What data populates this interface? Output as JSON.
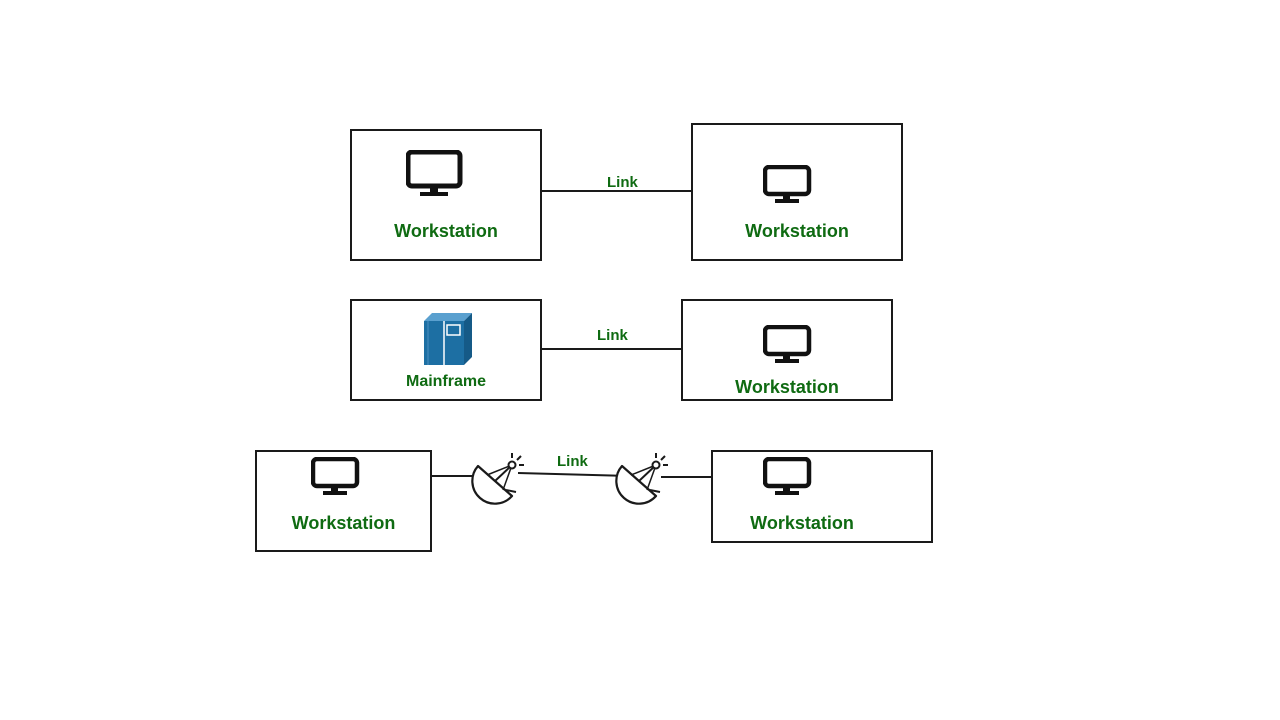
{
  "colors": {
    "label": "#0f6b12",
    "border": "#1a1a1a",
    "mainframe": "#1d6fa3"
  },
  "row1": {
    "left": {
      "label": "Workstation",
      "icon": "monitor-icon"
    },
    "link": "Link",
    "right": {
      "label": "Workstation",
      "icon": "monitor-icon"
    }
  },
  "row2": {
    "left": {
      "label": "Mainframe",
      "icon": "mainframe-icon"
    },
    "link": "Link",
    "right": {
      "label": "Workstation",
      "icon": "monitor-icon"
    }
  },
  "row3": {
    "left": {
      "label": "Workstation",
      "icon": "monitor-icon"
    },
    "left_antenna": {
      "icon": "satellite-dish-icon"
    },
    "link": "Link",
    "right_antenna": {
      "icon": "satellite-dish-icon"
    },
    "right": {
      "label": "Workstation",
      "icon": "monitor-icon"
    }
  }
}
